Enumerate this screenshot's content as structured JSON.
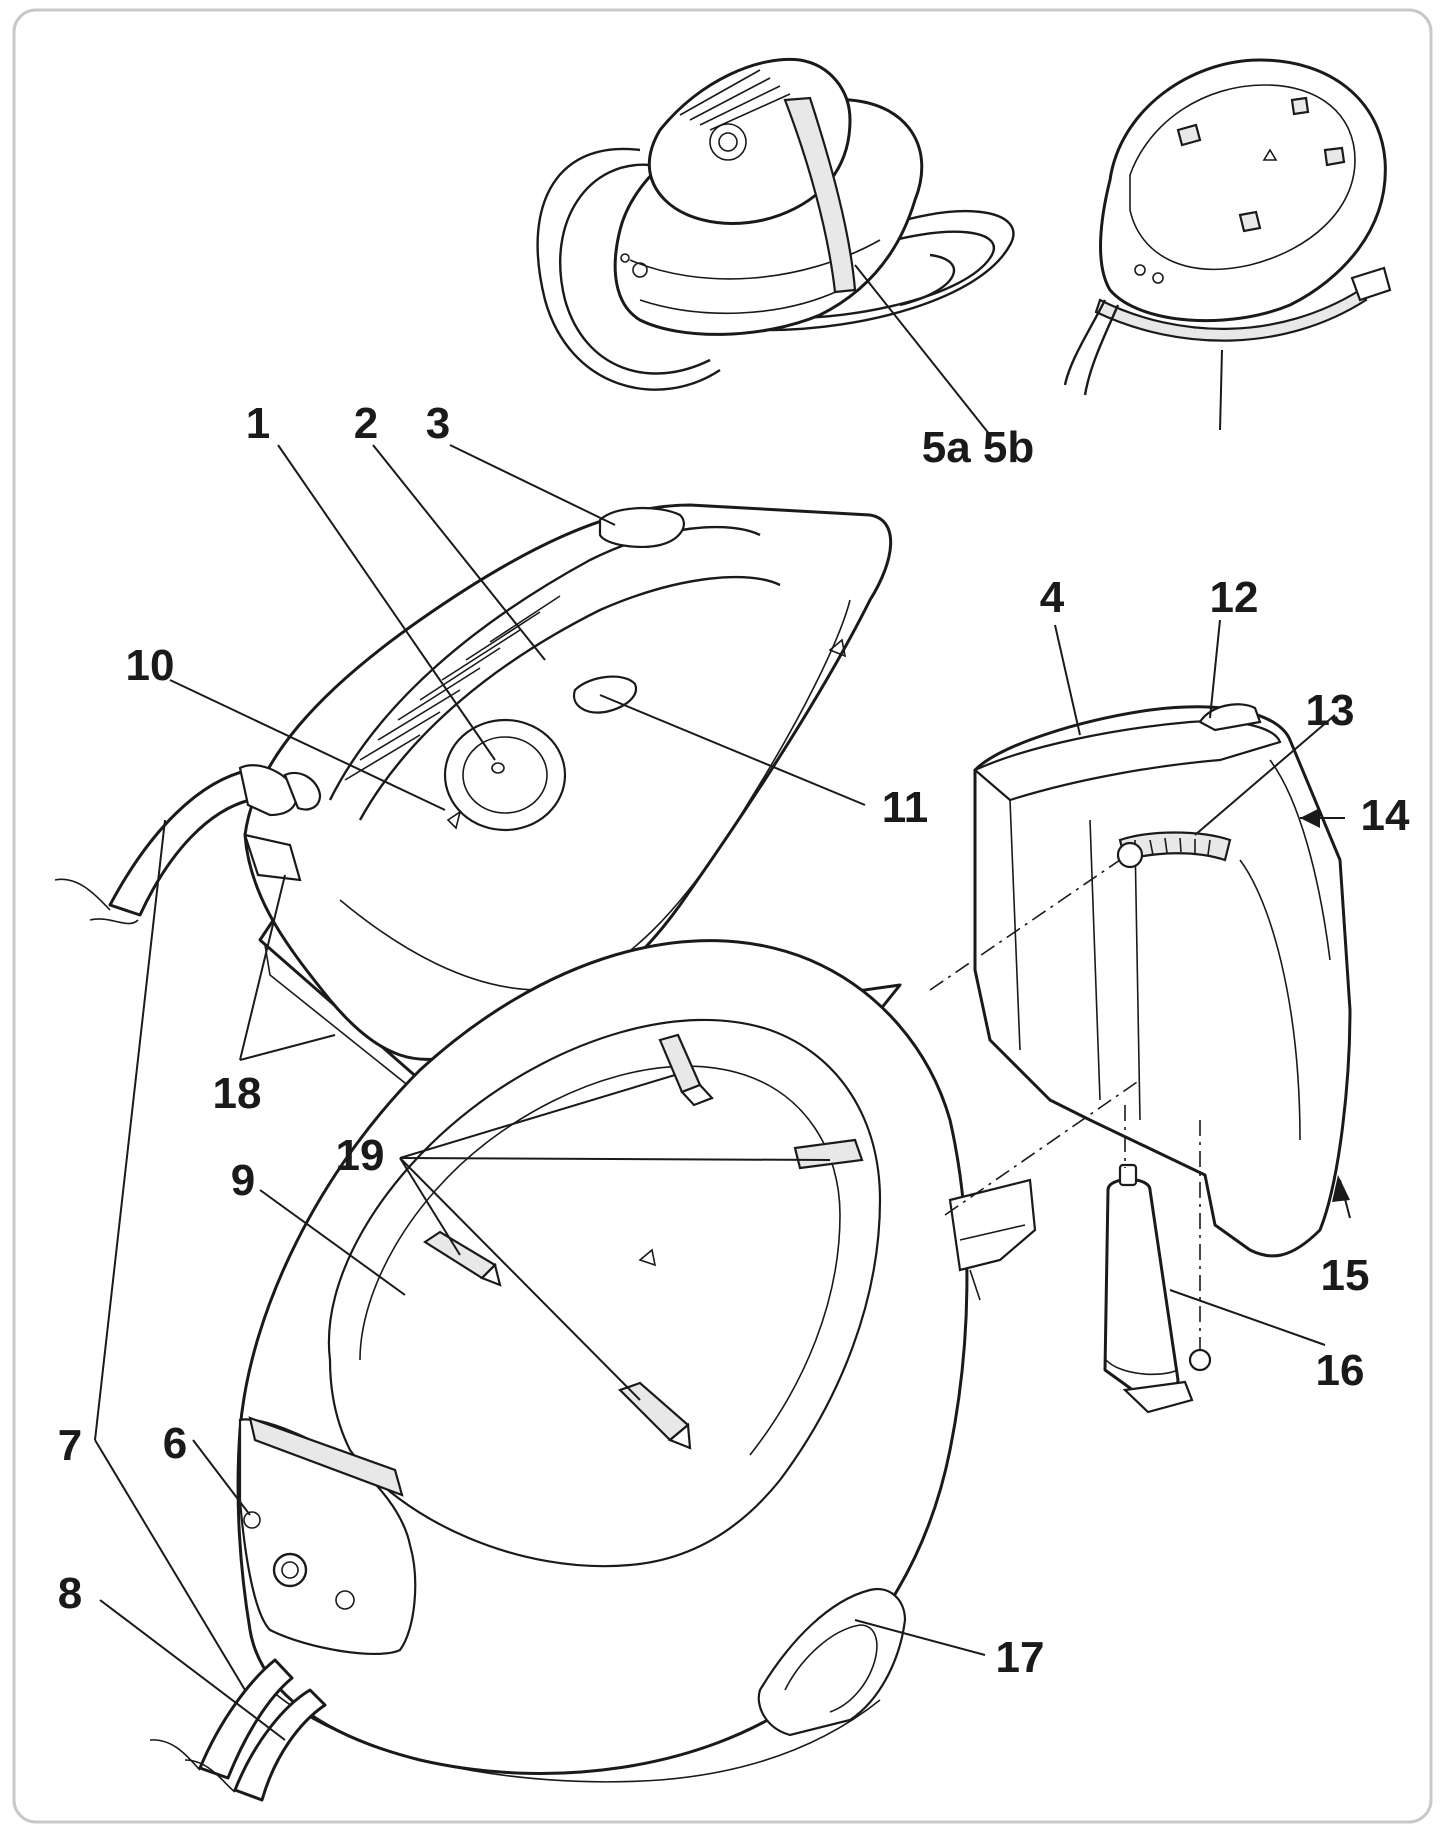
{
  "figure": {
    "callouts": [
      {
        "id": "c1",
        "label": "1"
      },
      {
        "id": "c2",
        "label": "2"
      },
      {
        "id": "c3",
        "label": "3"
      },
      {
        "id": "c4",
        "label": "4"
      },
      {
        "id": "c5",
        "label": "5a 5b"
      },
      {
        "id": "c6",
        "label": "6"
      },
      {
        "id": "c7",
        "label": "7"
      },
      {
        "id": "c8",
        "label": "8"
      },
      {
        "id": "c9",
        "label": "9"
      },
      {
        "id": "c10",
        "label": "10"
      },
      {
        "id": "c11",
        "label": "11"
      },
      {
        "id": "c12",
        "label": "12"
      },
      {
        "id": "c13",
        "label": "13"
      },
      {
        "id": "c14",
        "label": "14"
      },
      {
        "id": "c15",
        "label": "15"
      },
      {
        "id": "c16",
        "label": "16"
      },
      {
        "id": "c17",
        "label": "17"
      },
      {
        "id": "c18",
        "label": "18"
      },
      {
        "id": "c19",
        "label": "19"
      }
    ],
    "colors": {
      "line": "#1a1a1a",
      "frame": "#c8c8c8",
      "background": "#ffffff",
      "shade": "#e8e8e8"
    }
  }
}
